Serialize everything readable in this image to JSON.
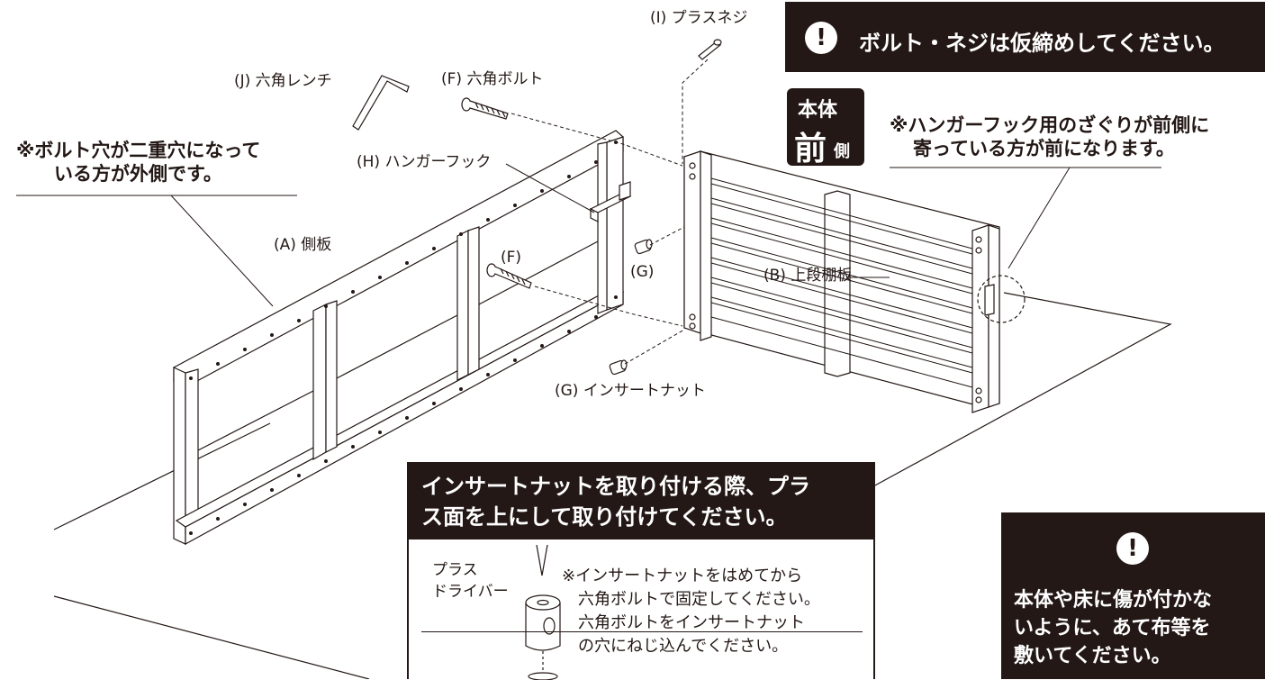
{
  "labels": {
    "part_i": "(I) プラスネジ",
    "part_j": "(J) 六角レンチ",
    "part_f_top": "(F) 六角ボルト",
    "part_h": "(H) ハンガーフック",
    "part_a": "(A) 側板",
    "part_f": "(F)",
    "part_g": "(G)",
    "part_b": "(B) 上段棚板",
    "part_g_bottom": "(G) インサートナット"
  },
  "notes": {
    "bolt_hole": [
      "※ボルト穴が二重穴になって",
      "いる方が外側です。"
    ],
    "front_side": [
      "※ハンガーフック用のざぐりが前側に",
      "寄っている方が前になります。"
    ]
  },
  "front_badge": {
    "top": "本体",
    "big": "前",
    "small": "側"
  },
  "warnings": {
    "top": {
      "icon": "exclamation-icon",
      "text": "ボルト・ネジは仮締めしてください。"
    },
    "bottom": {
      "icon": "exclamation-icon",
      "lines": [
        "本体や床に傷が付かな",
        "いように、あて布等を",
        "敷いてください。"
      ]
    }
  },
  "insert_box": {
    "title_lines": [
      "インサートナットを取り付ける際、プラ",
      "ス面を上にして取り付けてください。"
    ],
    "tool_label_1": "プラス",
    "tool_label_2": "ドライバー",
    "note_lines": [
      "※インサートナットをはめてから",
      "　六角ボルトで固定してください。",
      "　六角ボルトをインサートナット",
      "　の穴にねじ込んでください。"
    ]
  },
  "colors": {
    "ink": "#231815",
    "paper": "#ffffff"
  }
}
